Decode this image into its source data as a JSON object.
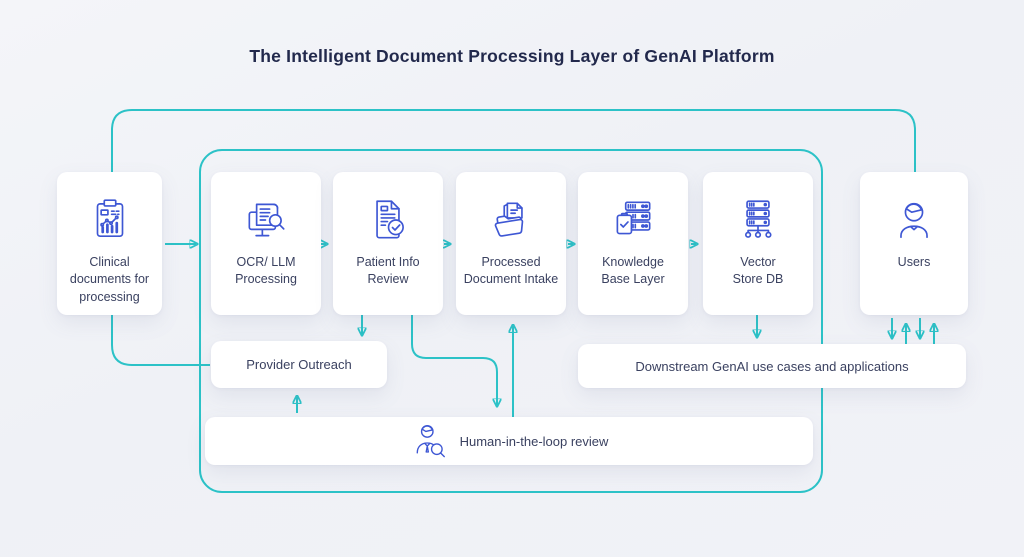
{
  "title": "The Intelligent Document Processing Layer of GenAI Platform",
  "colors": {
    "accent_teal": "#2cc2c7",
    "icon_blue": "#3e57d4",
    "text_navy": "#3a4160",
    "title_navy": "#22294c",
    "background": "#f0f1f6",
    "card_background": "#ffffff"
  },
  "pipeline": {
    "source": {
      "label": "Clinical\ndocuments for\nprocessing",
      "icon": "clipboard-chart-icon"
    },
    "stages": [
      {
        "label": "OCR/ LLM\nProcessing",
        "icon": "ocr-scan-icon"
      },
      {
        "label": "Patient Info\nReview",
        "icon": "document-check-icon"
      },
      {
        "label": "Processed\nDocument Intake",
        "icon": "folder-documents-icon"
      },
      {
        "label": "Knowledge\nBase Layer",
        "icon": "server-check-icon"
      },
      {
        "label": "Vector\nStore DB",
        "icon": "server-network-icon"
      }
    ],
    "consumer": {
      "label": "Users",
      "icon": "user-icon"
    }
  },
  "secondary": {
    "provider_outreach": "Provider Outreach",
    "downstream": "Downstream GenAI use cases and applications",
    "hitl": "Human-in-the-loop review",
    "hitl_icon": "reviewer-magnifier-icon"
  }
}
